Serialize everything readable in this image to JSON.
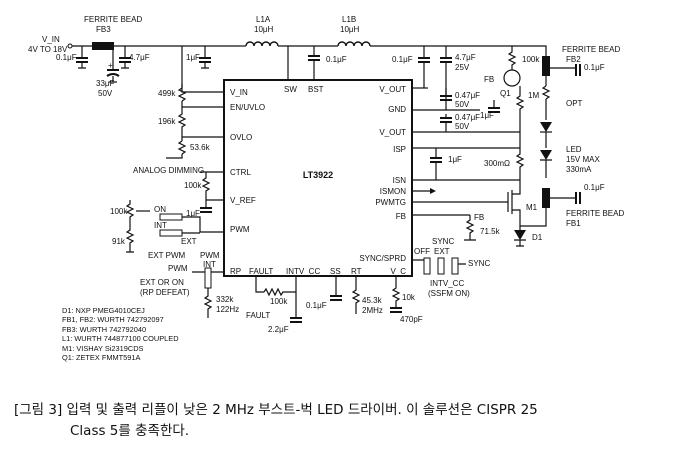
{
  "diagram": {
    "ic": {
      "name": "LT3922",
      "pins_left": [
        "V_IN",
        "EN/UVLO",
        "OVLO",
        "CTRL",
        "V_REF",
        "PWM",
        "RP"
      ],
      "pins_top": [
        "SW",
        "BST"
      ],
      "pins_right": [
        "V_OUT",
        "GND",
        "V_OUT",
        "ISP",
        "ISN",
        "ISMON",
        "PWMTG",
        "FB",
        "SYNC/SPRD",
        "V_C"
      ],
      "pins_bottom": [
        "FAULT",
        "INTV_CC",
        "SS",
        "RT"
      ]
    },
    "labels": {
      "vin": "V_IN",
      "vin_range": "4V TO 18V",
      "ferrite_fb3": "FERRITE BEAD",
      "fb3": "FB3",
      "ferrite_fb2": "FERRITE BEAD",
      "fb2": "FB2",
      "ferrite_fb1": "FERRITE BEAD",
      "fb1": "FB1",
      "l1a": "L1A",
      "l1a_val": "10μH",
      "l1b": "L1B",
      "l1b_val": "10μH",
      "c_in1": "0.1μF",
      "c_in2": "4.7μF",
      "c_in3": "1μF",
      "c_bulk": "33μF",
      "c_bulk_v": "50V",
      "c_bst": "0.1μF",
      "c_out1": "0.1μF",
      "c_out2": "4.7μF",
      "c_out2_v": "25V",
      "c_047a": "0.47μF",
      "c_047a_v": "50V",
      "c_047b": "0.47μF",
      "c_047b_v": "50V",
      "c_1uf_gnd": "1μF",
      "c_1uf_isp": "1μF",
      "c_1uf_vref": "1μF",
      "c_opt1": "0.1μF",
      "c_opt2": "0.1μF",
      "r_499k": "499k",
      "r_196k": "196k",
      "r_536k": "53.6k",
      "r_100k_ctrl": "100k",
      "r_100k_pot": "100k",
      "r_91k": "91k",
      "r_100k_q1": "100k",
      "r_1m": "1M",
      "r_sense": "300mΩ",
      "r_715k": "71.5k",
      "r_100k_fault": "100k",
      "r_453k": "45.3k",
      "r_453k_f": "2MHz",
      "r_10k": "10k",
      "r_332k": "332k",
      "r_332k_f": "122Hz",
      "c_22uf": "2.2μF",
      "c_ss": "0.1μF",
      "c_470pf": "470pF",
      "q1": "Q1",
      "m1": "M1",
      "d1": "D1",
      "fb_node": "FB",
      "fb_node2": "FB",
      "opt": "OPT",
      "led": "LED",
      "led_v": "15V MAX",
      "led_i": "330mA",
      "analog_dimming": "ANALOG DIMMING",
      "on": "ON",
      "int": "INT",
      "ext": "EXT",
      "ext_pwm": "EXT PWM",
      "pwm": "PWM",
      "pwm_int": "INT",
      "pwm_ext_on": "EXT OR ON",
      "pwm_rp_defeat": "(RP DEFEAT)",
      "pwm_label": "PWM",
      "fault": "FAULT",
      "sync_label": "SYNC",
      "sync_off": "OFF",
      "sync_ext": "EXT",
      "sync_sync": "SYNC",
      "intvcc": "INTV_CC",
      "ssfm_on": "(SSFM ON)"
    }
  },
  "notes": [
    "D1: NXP PMEG4010CEJ",
    "FB1, FB2: WURTH 742792097",
    "FB3: WURTH 742792040",
    "L1: WURTH 744877100 COUPLED",
    "M1: VISHAY Si2319CDS",
    "Q1: ZETEX FMMT591A"
  ],
  "caption": {
    "line1": "[그림 3] 입력 및 출력 리플이 낮은 2 MHz 부스트-벅 LED 드라이버. 이 솔루션은 CISPR 25",
    "line2": "Class 5를 충족한다."
  }
}
